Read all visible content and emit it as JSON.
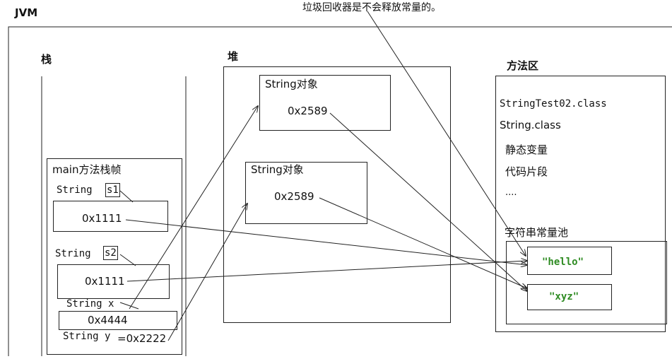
{
  "jvm_label": "JVM",
  "top_note": "垃圾回收器是不会释放常量的。",
  "stack": {
    "title": "栈",
    "frame_title": "main方法栈帧",
    "s1_decl": "String",
    "s1_name": "s1",
    "s1_value": "0x1111",
    "s2_decl": "String",
    "s2_name": "s2",
    "s2_value": "0x1111",
    "x_decl": "String x",
    "x_value": "0x4444",
    "y_decl": "String y",
    "y_value": "=0x2222"
  },
  "heap": {
    "title": "堆",
    "obj1_label": "String对象",
    "obj1_value": "0x2589",
    "obj2_label": "String对象",
    "obj2_value": "0x2589"
  },
  "method_area": {
    "title": "方法区",
    "class1": "StringTest02.class",
    "class2": "String.class",
    "item_static": "静态变量",
    "item_code": "代码片段",
    "item_more": "....",
    "pool_title": "字符串常量池",
    "pool_hello": "\"hello\"",
    "pool_xyz": "\"xyz\""
  }
}
